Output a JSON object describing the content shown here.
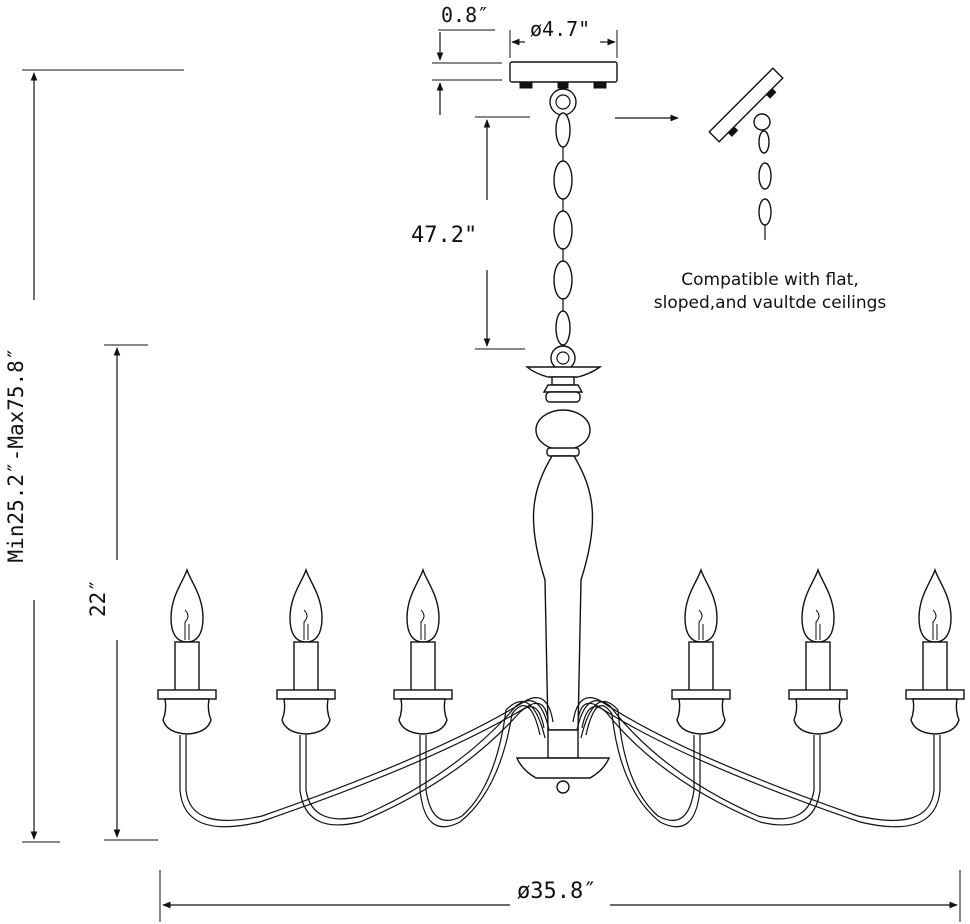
{
  "dimensions": {
    "canopy_height": "0.8″",
    "canopy_diameter": "ø4.7\"",
    "chain_length": "47.2\"",
    "total_height": "Min25.2″-Max75.8″",
    "body_height": "22″",
    "diameter": "ø35.8″"
  },
  "note": {
    "line1": "Compatible with flat,",
    "line2": "sloped,and vaultde ceilings"
  }
}
